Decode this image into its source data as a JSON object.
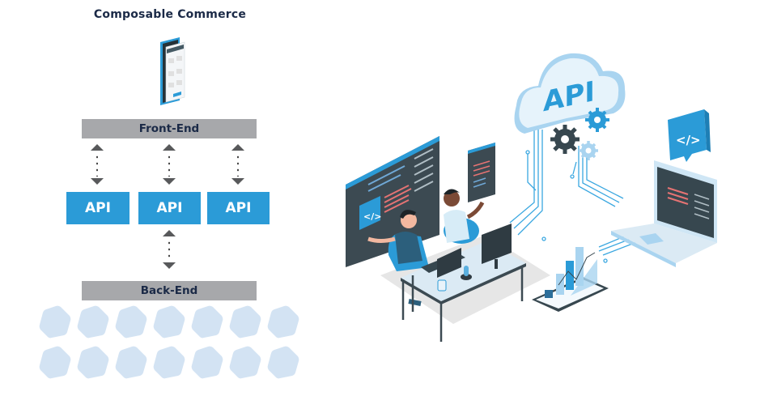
{
  "diagram": {
    "title": "Composable Commerce",
    "front_end_label": "Front-End",
    "back_end_label": "Back-End",
    "api_boxes": [
      {
        "label": "API"
      },
      {
        "label": "API"
      },
      {
        "label": "API"
      }
    ],
    "device_icon": "smartphone-app-icon",
    "microservice_count": 14,
    "colors": {
      "api_blue": "#2b9bd7",
      "bar_gray": "#a7a8ab",
      "text_navy": "#1b2a47",
      "arrow_gray": "#58595b",
      "hex_light_blue": "#d3e3f3"
    }
  },
  "illustration": {
    "cloud_label": "API",
    "code_badge_glyph": "</>",
    "elements": [
      "api-cloud-icon",
      "gear-icons",
      "code-monitor",
      "developers-at-desk",
      "laptop-with-code",
      "code-speech-bubble",
      "tablet-bar-chart",
      "circuit-lines"
    ],
    "colors": {
      "primary_blue": "#2b9bd7",
      "light_blue": "#a9d4f0",
      "dark_slate": "#37474f",
      "code_red": "#e57373"
    }
  }
}
